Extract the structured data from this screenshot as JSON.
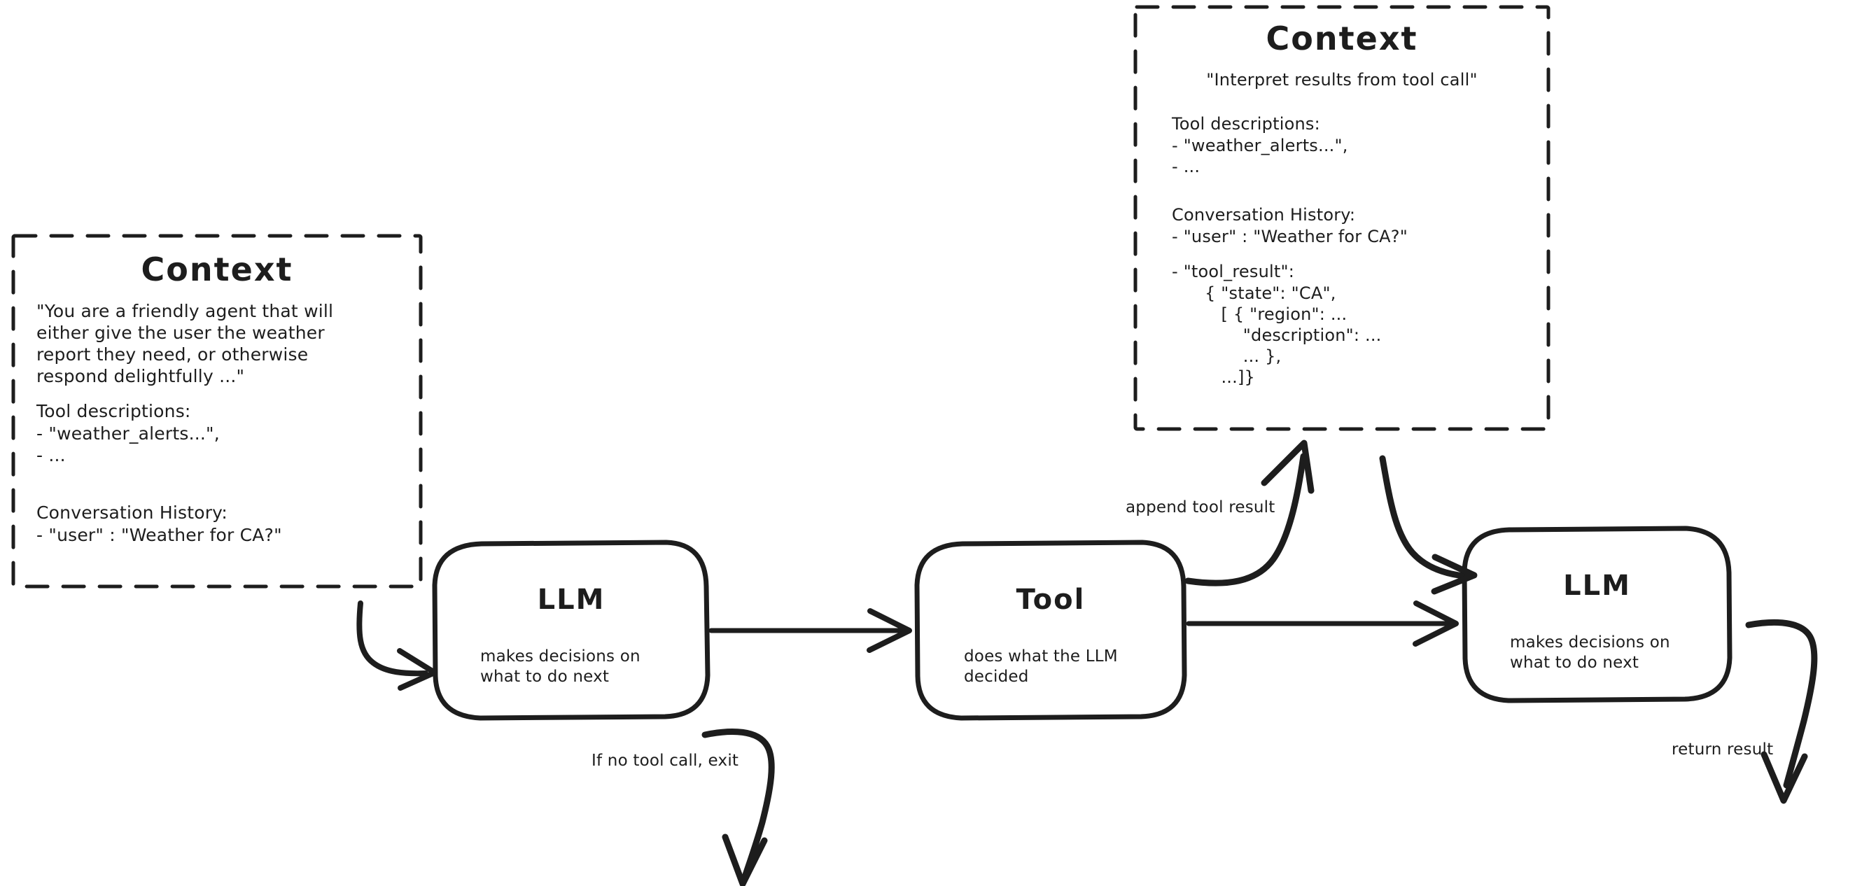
{
  "diagram": {
    "title": "Agent loop with LLM, Tool and Context",
    "ink_color": "#1d1d1d",
    "background_color": "#ffffff"
  },
  "context_left": {
    "title": "Context",
    "system_prompt": "\"You are a friendly agent that will\neither give the user the weather\nreport they need, or otherwise\nrespond delightfully ...\"",
    "tool_descriptions_heading": "Tool descriptions:",
    "tool_descriptions_items": "- \"weather_alerts...\",\n- ...",
    "conversation_heading": "Conversation History:",
    "conversation_items": "- \"user\" : \"Weather for CA?\""
  },
  "context_right": {
    "title": "Context",
    "system_prompt": "\"Interpret results from tool call\"",
    "tool_descriptions_heading": "Tool descriptions:",
    "tool_descriptions_items": "- \"weather_alerts...\",\n- ...",
    "conversation_heading": "Conversation History:",
    "conversation_user": "- \"user\" : \"Weather for CA?\"",
    "conversation_tool_result": "- \"tool_result\":",
    "tool_result_lines": "      { \"state\": \"CA\",\n         [ { \"region\": ...\n             \"description\": ...\n             ... },\n         ...]}"
  },
  "nodes": {
    "llm_left": {
      "title": "LLM",
      "subtitle": "makes decisions on\nwhat to do next"
    },
    "tool": {
      "title": "Tool",
      "subtitle": "does what the LLM\ndecided"
    },
    "llm_right": {
      "title": "LLM",
      "subtitle": "makes decisions on\nwhat to do next"
    }
  },
  "edges": {
    "context_to_llm": "",
    "llm_to_tool": "",
    "tool_to_context": "append tool result",
    "context_to_llm_right": "",
    "tool_to_llm_right": "",
    "llm_exit": "If no tool call, exit",
    "llm_right_return": "return result"
  }
}
